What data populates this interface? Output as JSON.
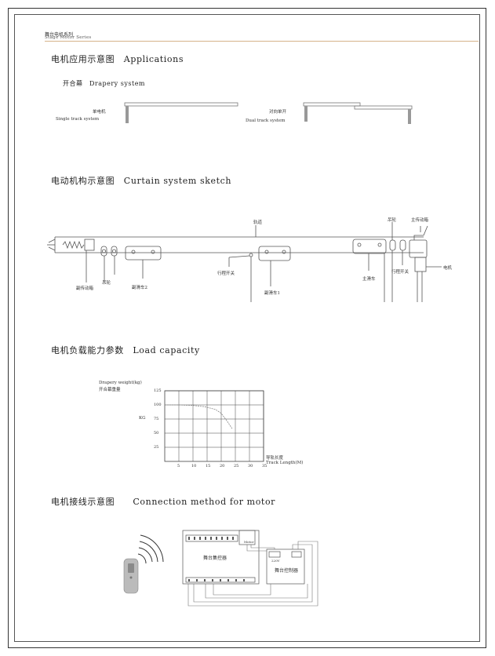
{
  "header": {
    "title_cn": "舞台电机系列",
    "title_en": "Stage Motor Series"
  },
  "sections": {
    "applications": "电机应用示意图　Applications",
    "sketch": "电动机构示意图　Curtain system sketch",
    "load": "电机负载能力参数　Load capacity",
    "connection": "电机接线示意图　　Connection method for motor"
  },
  "applications": {
    "drapery": "开合幕　Drapery system",
    "single_cn": "单电机",
    "single_en": "Single track system",
    "dual_cn": "对向单开",
    "dual_en": "Dual track system"
  },
  "sketch_labels": {
    "track": "轨道",
    "pulley_right": "吊轮",
    "main_drive": "主传动箱",
    "motor": "电机",
    "aux_drive": "副传动箱",
    "pulley_left": "吊轮",
    "aux_carrier2": "副滑车2",
    "limit_left": "行程开关",
    "aux_carrier1": "副滑车1",
    "main_carrier": "主滑车",
    "limit_right": "行程开关"
  },
  "chart_data": {
    "type": "line",
    "ylabel_en": "Drapery weight(kg)",
    "ylabel_cn": "开合幕重量",
    "yunit": "KG",
    "xlabel_cn": "导轨长度",
    "xlabel_en": "Track Length(M)",
    "yticks": [
      "125",
      "100",
      "75",
      "50",
      "25"
    ],
    "xticks": [
      "5",
      "10",
      "15",
      "20",
      "25",
      "30",
      "35"
    ],
    "ylim": [
      0,
      125
    ],
    "xlim": [
      0,
      35
    ],
    "grid": true,
    "series": [
      {
        "x": [
          0,
          5,
          10,
          14,
          18,
          20,
          22,
          24
        ],
        "y": [
          100,
          100,
          99,
          97,
          92,
          85,
          72,
          57
        ]
      }
    ]
  },
  "connection": {
    "master_controller": "舞台集控器",
    "stage_controller": "舞台控制器",
    "terminal_label": "Motor",
    "voltage": "220V"
  },
  "colors": {
    "header_rule": "#d6b38a",
    "line": "#555555",
    "grid": "#444444",
    "curve": "#888888"
  }
}
